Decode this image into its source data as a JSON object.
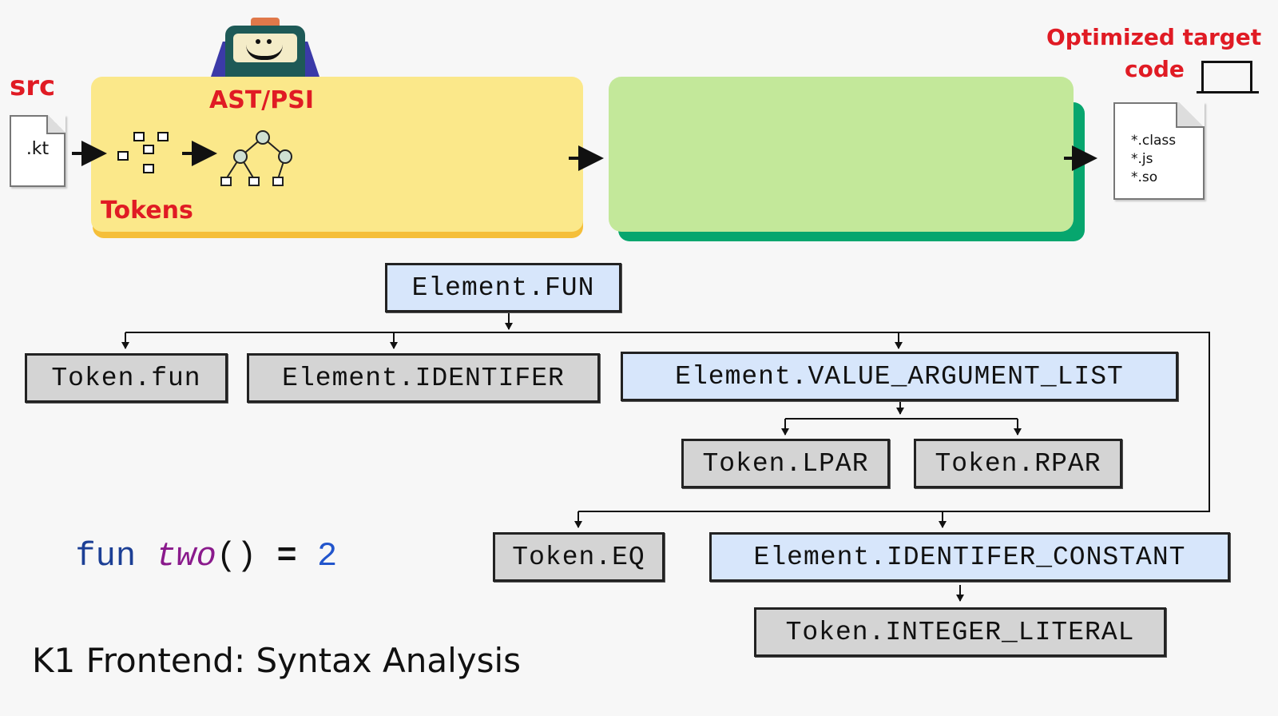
{
  "title": "K1 Frontend: Syntax Analysis",
  "pipeline": {
    "src_label": "src",
    "src_file": ".kt",
    "frontend_labels": {
      "ast": "AST/PSI",
      "tokens": "Tokens"
    },
    "output_label_line1": "Optimized target",
    "output_label_line2": "code",
    "output_files": [
      "*.class",
      "*.js",
      "*.so"
    ]
  },
  "code": {
    "keyword": "fun",
    "name": "two",
    "parens": "()",
    "eq": "=",
    "value": "2"
  },
  "tree": {
    "root": "Element.FUN",
    "children": {
      "token_fun": "Token.fun",
      "identifier": "Element.IDENTIFER",
      "value_argument_list": "Element.VALUE_ARGUMENT_LIST",
      "lpar": "Token.LPAR",
      "rpar": "Token.RPAR",
      "eq": "Token.EQ",
      "identifier_constant": "Element.IDENTIFER_CONSTANT",
      "integer_literal": "Token.INTEGER_LITERAL"
    }
  },
  "colors": {
    "label_red": "#e01b24",
    "frontend_fill": "#fbe88a",
    "frontend_shadow": "#f5bf3a",
    "backend_fill": "#c3e89a",
    "backend_shadow": "#07a66e",
    "element_fill": "#d7e6fb",
    "token_fill": "#d4d4d4",
    "code_keyword": "#1c3f95",
    "code_name": "#8a1a8c",
    "code_number": "#2255cc"
  }
}
